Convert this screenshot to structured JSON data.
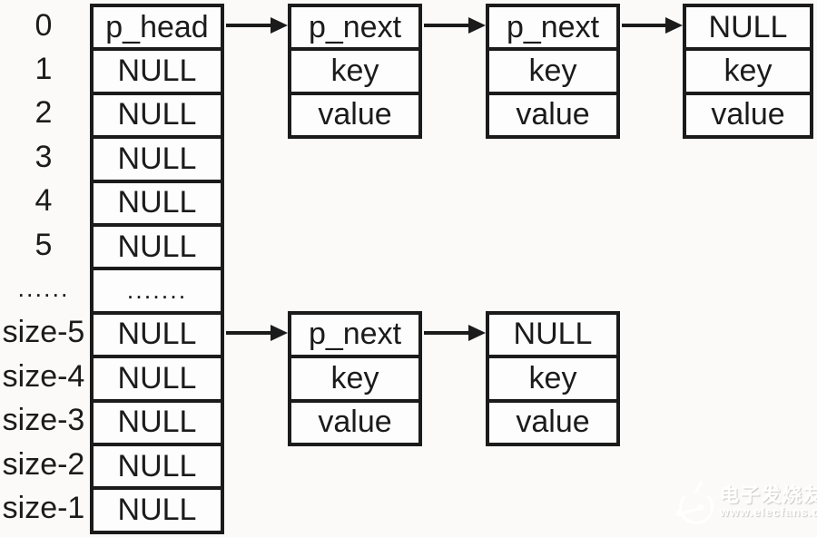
{
  "colors": {
    "background": "#fbfaf9",
    "ink": "#1b1b1b",
    "cell_fill": "#fefdfd",
    "watermark": "#ffffff"
  },
  "array": {
    "rows": [
      {
        "label": "0",
        "value": "p_head"
      },
      {
        "label": "1",
        "value": "NULL"
      },
      {
        "label": "2",
        "value": "NULL"
      },
      {
        "label": "3",
        "value": "NULL"
      },
      {
        "label": "4",
        "value": "NULL"
      },
      {
        "label": "5",
        "value": "NULL"
      },
      {
        "label": "......",
        "value": "......."
      },
      {
        "label": "size-5",
        "value": "NULL"
      },
      {
        "label": "size-4",
        "value": "NULL"
      },
      {
        "label": "size-3",
        "value": "NULL"
      },
      {
        "label": "size-2",
        "value": "NULL"
      },
      {
        "label": "size-1",
        "value": "NULL"
      }
    ]
  },
  "chains": [
    {
      "anchor_label": "0",
      "nodes": [
        {
          "fields": [
            "p_next",
            "key",
            "value"
          ]
        },
        {
          "fields": [
            "p_next",
            "key",
            "value"
          ]
        },
        {
          "fields": [
            "NULL",
            "key",
            "value"
          ]
        }
      ]
    },
    {
      "anchor_label": "size-5",
      "nodes": [
        {
          "fields": [
            "p_next",
            "key",
            "value"
          ]
        },
        {
          "fields": [
            "NULL",
            "key",
            "value"
          ]
        }
      ]
    }
  ],
  "watermark": {
    "brand": "电子发烧友",
    "url": "www.elecfans.com"
  }
}
